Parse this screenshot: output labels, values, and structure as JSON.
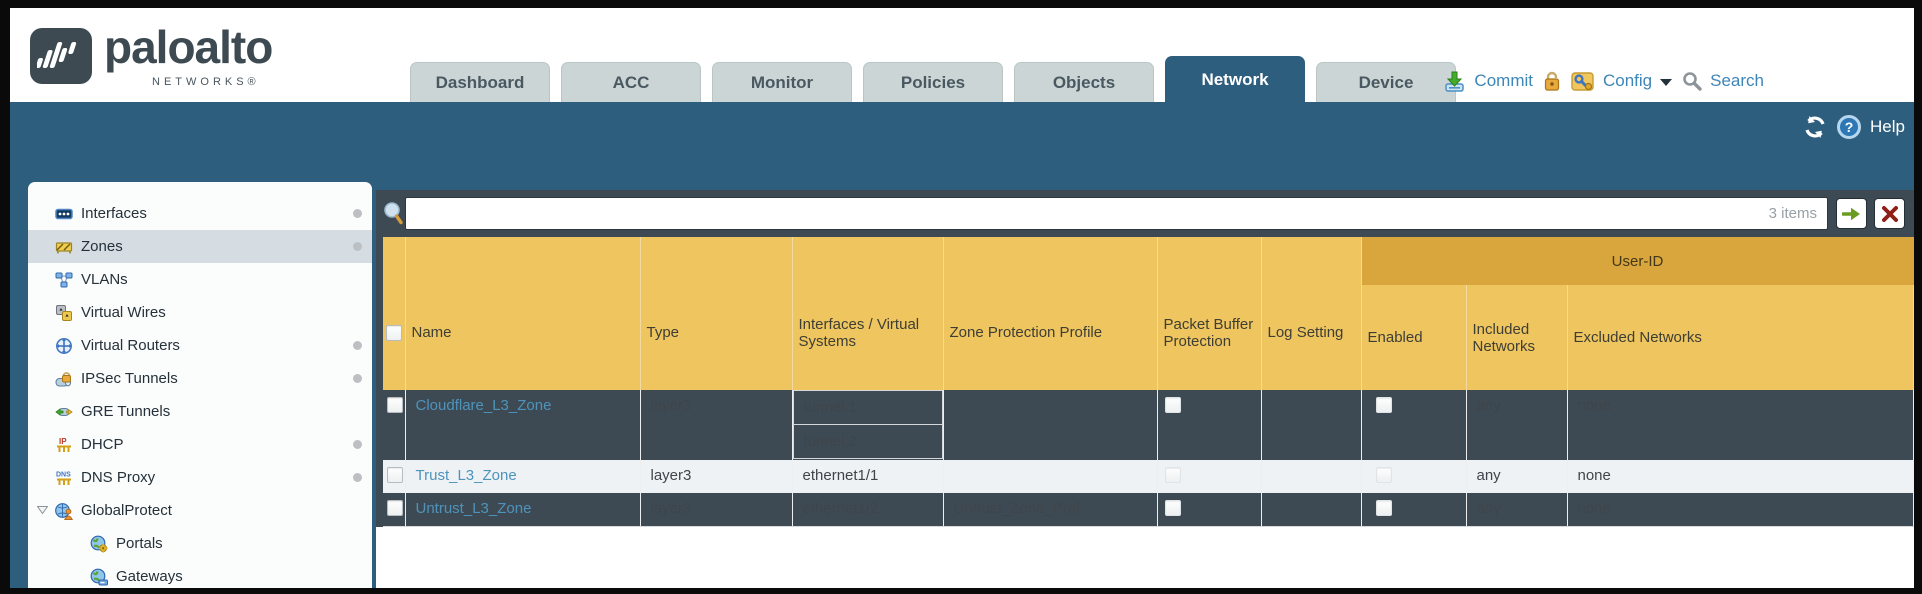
{
  "brand": {
    "name": "paloalto",
    "networks": "NETWORKS®"
  },
  "nav": {
    "tabs": [
      {
        "label": "Dashboard",
        "active": false
      },
      {
        "label": "ACC",
        "active": false
      },
      {
        "label": "Monitor",
        "active": false
      },
      {
        "label": "Policies",
        "active": false
      },
      {
        "label": "Objects",
        "active": false
      },
      {
        "label": "Network",
        "active": true
      },
      {
        "label": "Device",
        "active": false
      }
    ],
    "actions": {
      "commit": "Commit",
      "config": "Config",
      "search": "Search"
    }
  },
  "topbar": {
    "help": "Help"
  },
  "sidebar": {
    "items": [
      {
        "label": "Interfaces",
        "dot": true,
        "selected": false
      },
      {
        "label": "Zones",
        "dot": true,
        "selected": true
      },
      {
        "label": "VLANs",
        "dot": false
      },
      {
        "label": "Virtual Wires",
        "dot": false
      },
      {
        "label": "Virtual Routers",
        "dot": true
      },
      {
        "label": "IPSec Tunnels",
        "dot": true
      },
      {
        "label": "GRE Tunnels",
        "dot": false
      },
      {
        "label": "DHCP",
        "dot": true
      },
      {
        "label": "DNS Proxy",
        "dot": true
      },
      {
        "label": "GlobalProtect",
        "dot": false,
        "expanded": true
      },
      {
        "label": "Portals",
        "child": true
      },
      {
        "label": "Gateways",
        "child": true
      }
    ]
  },
  "filter": {
    "value": "",
    "items_label": "3 items"
  },
  "table": {
    "group_header": "User-ID",
    "columns": [
      "Name",
      "Type",
      "Interfaces / Virtual Systems",
      "Zone Protection Profile",
      "Packet Buffer Protection",
      "Log Setting",
      "Enabled",
      "Included Networks",
      "Excluded Networks"
    ],
    "header_checkbox_checked": false,
    "rows": [
      {
        "selected": false,
        "name": "Cloudflare_L3_Zone",
        "type": "layer3",
        "interfaces": [
          "tunnel.1",
          "tunnel.2"
        ],
        "zone_protection_profile": "",
        "packet_buffer_protection": false,
        "log_setting": "",
        "user_id_enabled": false,
        "included_networks": "any",
        "excluded_networks": "none"
      },
      {
        "selected": false,
        "name": "Trust_L3_Zone",
        "type": "layer3",
        "interfaces": [
          "ethernet1/1"
        ],
        "zone_protection_profile": "",
        "packet_buffer_protection": false,
        "log_setting": "",
        "user_id_enabled": false,
        "included_networks": "any",
        "excluded_networks": "none"
      },
      {
        "selected": false,
        "name": "Untrust_L3_Zone",
        "type": "layer3",
        "interfaces": [
          "ethernet1/2"
        ],
        "zone_protection_profile": "Untrust_Zone_Prof",
        "packet_buffer_protection": false,
        "log_setting": "",
        "user_id_enabled": false,
        "included_networks": "any",
        "excluded_networks": "none"
      }
    ]
  },
  "colors": {
    "teal_band": "#2e5e7e",
    "header_amber": "#eec55f",
    "group_amber": "#d8a63c",
    "filter_bar": "#3d4a54",
    "link_blue": "#4e93bb",
    "action_blue": "#3d86b8"
  }
}
